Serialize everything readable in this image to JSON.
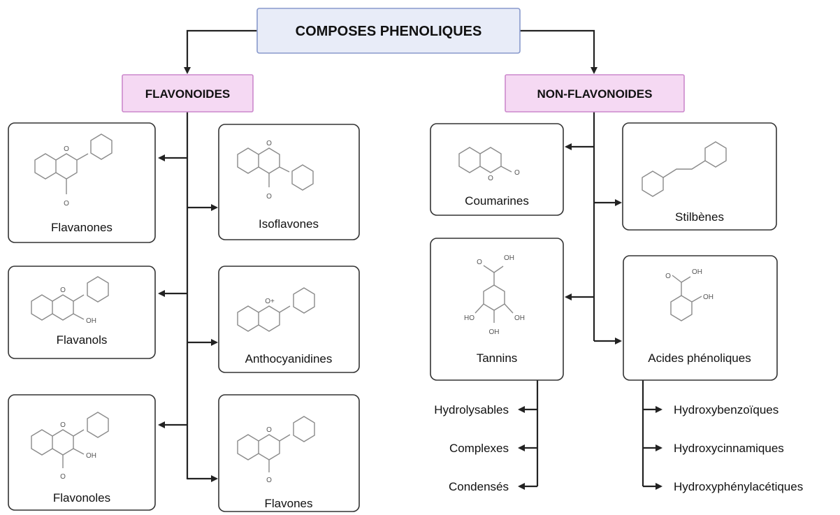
{
  "title": "COMPOSES PHENOLIQUES",
  "groups": {
    "flavonoids": {
      "label": "FLAVONOIDES",
      "items": [
        "Flavanones",
        "Isoflavones",
        "Flavanols",
        "Anthocyanidines",
        "Flavonoles",
        "Flavones"
      ]
    },
    "non_flavonoids": {
      "label": "NON-FLAVONOIDES",
      "items": [
        "Coumarines",
        "Stilbènes",
        "Tannins",
        "Acides phénoliques"
      ]
    }
  },
  "tannin_types": [
    "Hydrolysables",
    "Complexes",
    "Condensés"
  ],
  "phenolic_acid_types": [
    "Hydroxybenzoïques",
    "Hydroxycinnamiques",
    "Hydroxyphénylacétiques"
  ],
  "atom_labels": {
    "o": "O",
    "o_plus": "O+",
    "oh": "OH",
    "ho": "HO"
  },
  "colors": {
    "title_fill": "#e8ecf8",
    "title_stroke": "#8899cc",
    "group_fill": "#f5d9f3",
    "group_stroke": "#cc88cc",
    "box_stroke": "#333333",
    "structure": "#8a8a8a"
  }
}
